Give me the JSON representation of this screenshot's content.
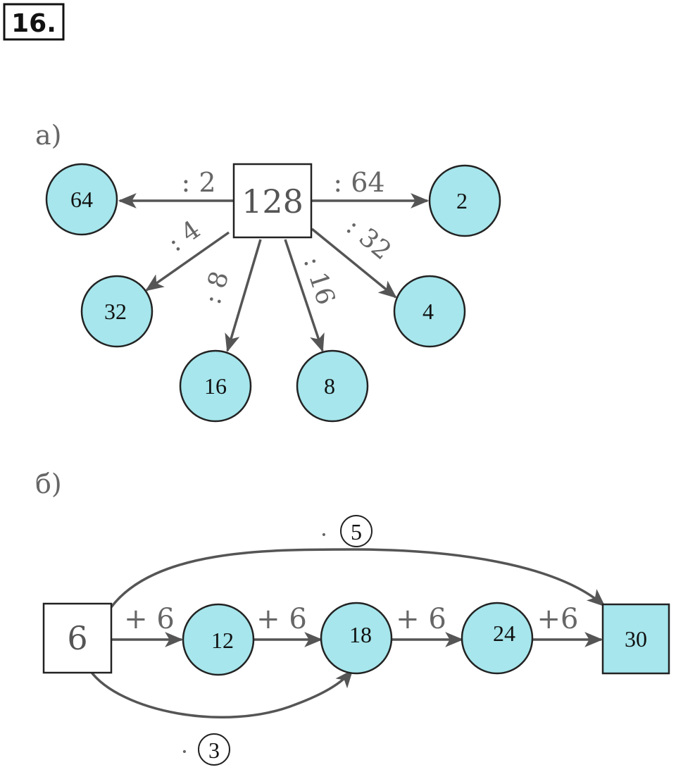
{
  "problem_number": "16.",
  "part_a": {
    "label": "а)",
    "center": "128",
    "nodes": [
      {
        "value": "64",
        "op": ": 2"
      },
      {
        "value": "2",
        "op": ": 64"
      },
      {
        "value": "32",
        "op": ": 4"
      },
      {
        "value": "16",
        "op": ": 8"
      },
      {
        "value": "8",
        "op": ": 16"
      },
      {
        "value": "4",
        "op": ": 32"
      }
    ]
  },
  "part_b": {
    "label": "б)",
    "start": "6",
    "end": "30",
    "chain": [
      "12",
      "18",
      "24"
    ],
    "step_op": "+ 6",
    "step_op_last": "+6",
    "mult_top": {
      "dot": "·",
      "value": "5"
    },
    "mult_bottom": {
      "dot": "·",
      "value": "3"
    }
  },
  "colors": {
    "fill": "#a6e6ec",
    "stroke": "#222222",
    "arrow": "#5a5a5a",
    "text": "#666666"
  }
}
